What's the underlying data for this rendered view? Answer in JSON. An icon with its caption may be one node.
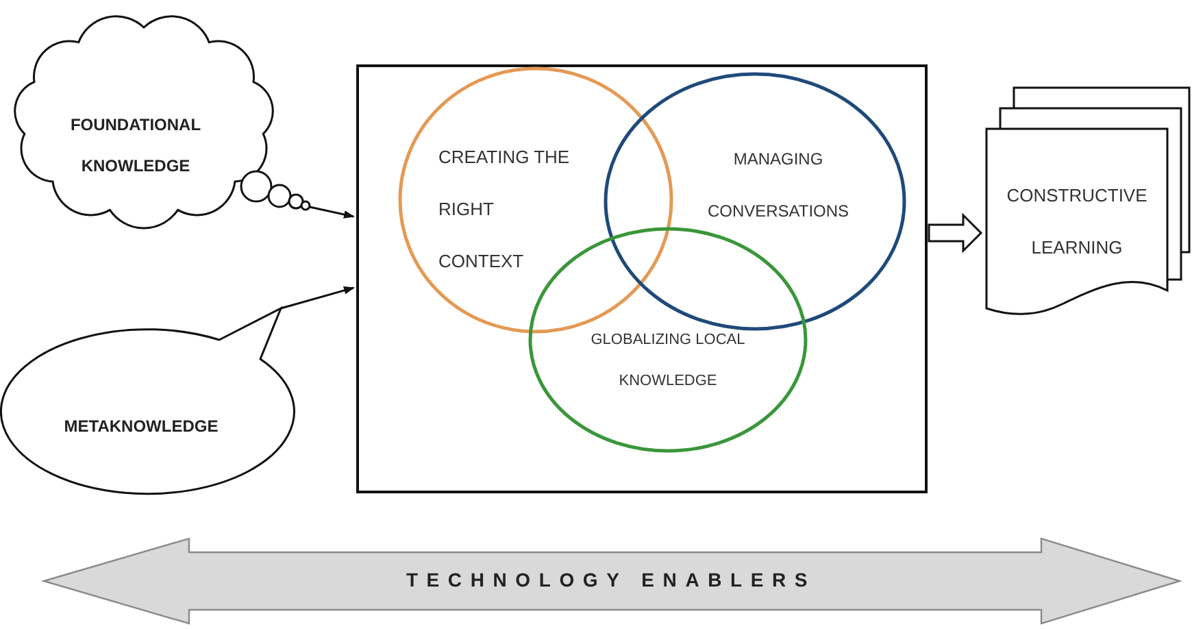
{
  "diagram": {
    "nodes": [
      {
        "text": [
          "FOUNDATIONAL KNOWLEDGE"
        ]
      },
      {
        "text": [
          "METAKNOWLEDGE"
        ]
      },
      {
        "text": [],
        "shape": "box"
      },
      {
        "text": [
          "CREATING THE RIGHT CONTEXT"
        ],
        "in": 2
      },
      {
        "text": [
          "MANAGING CONVERSATIONS"
        ],
        "in": 2
      },
      {
        "text": [
          "GLOBALIZING LOCAL KNOWLEDGE"
        ],
        "in": 2
      },
      {
        "text": [
          "CONSTRUCTIVE LEARNING"
        ]
      },
      {
        "text": [
          "TECHNOLOGY ENABLERS"
        ]
      }
    ],
    "edges": [
      {
        "from": 0,
        "to": 2,
        "arrow": "to"
      },
      {
        "from": 1,
        "to": 2,
        "arrow": "to"
      },
      {
        "from": 2,
        "to": 6,
        "arrow": "to",
        "style": "thick"
      }
    ]
  }
}
